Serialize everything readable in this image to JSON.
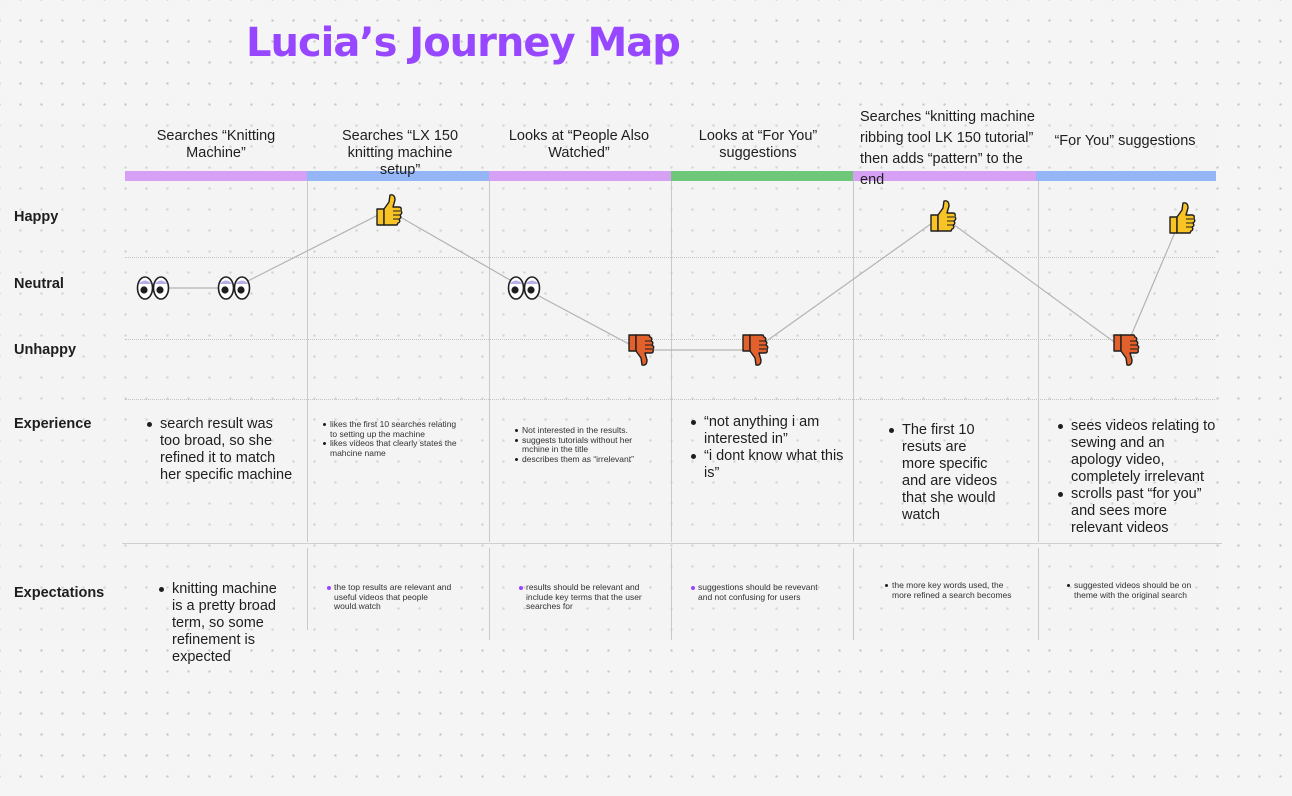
{
  "title": "Lucia’s Journey Map",
  "stages": [
    {
      "title": "Searches “Knitting Machine”",
      "color": "#d6a1f4"
    },
    {
      "title": "Searches “LX 150 knitting machine setup”",
      "color": "#94b6f7"
    },
    {
      "title": "Looks at “People Also Watched”",
      "color": "#d6a1f4"
    },
    {
      "title": "Looks at “For You” suggestions",
      "color": "#6fc87a"
    },
    {
      "title": "Searches “knitting machine ribbing tool LK 150 tutorial” then adds “pattern” to the end",
      "color": "#d6a1f4"
    },
    {
      "title": "“For You” suggestions",
      "color": "#94b6f7"
    }
  ],
  "rows": {
    "happy": "Happy",
    "neutral": "Neutral",
    "unhappy": "Unhappy",
    "experience": "Experience",
    "expectations": "Expectations"
  },
  "markers": [
    {
      "icon": "eyes",
      "mood": "neutral"
    },
    {
      "icon": "eyes",
      "mood": "neutral"
    },
    {
      "icon": "thumbs-up",
      "mood": "happy"
    },
    {
      "icon": "eyes",
      "mood": "neutral"
    },
    {
      "icon": "thumbs-down",
      "mood": "unhappy"
    },
    {
      "icon": "thumbs-down",
      "mood": "unhappy"
    },
    {
      "icon": "thumbs-up",
      "mood": "happy"
    },
    {
      "icon": "thumbs-down",
      "mood": "unhappy"
    },
    {
      "icon": "thumbs-up",
      "mood": "happy"
    }
  ],
  "experience": [
    [
      "search result was too broad, so she refined it to match her specific machine"
    ],
    [
      "likes the first 10 searches relating to setting up the machine",
      "likes videos that clearly states the mahcine name"
    ],
    [
      "Not interested in the results.",
      "suggests tutorials without her mchine in the title",
      "describes them as “irrelevant”"
    ],
    [
      "“not anything i am interested in”",
      "“i dont know what this is”"
    ],
    [
      "The first 10 resuts are more specific and are videos that she would watch"
    ],
    [
      "sees videos relating to sewing and an apology video, completely irrelevant",
      "scrolls past “for you” and sees more relevant videos"
    ]
  ],
  "expectations": [
    [
      "knitting machine is a pretty broad term, so some refinement is expected"
    ],
    [
      "the top results are relevant and useful videos that people would watch"
    ],
    [
      "results should be relevant and include key terms that the user searches for"
    ],
    [
      "suggestions should be revevant and not confusing for users"
    ],
    [
      "the more key words used, the more refined a search becomes"
    ],
    [
      "suggested videos should be on theme with the original search"
    ]
  ],
  "colors": {
    "title": "#9747ff",
    "purple_bar": "#d6a1f4",
    "blue_bar": "#94b6f7",
    "green_bar": "#6fc87a",
    "thumbs_up": "#f7c325",
    "thumbs_down": "#e2602c",
    "line": "#b3b3b3"
  }
}
